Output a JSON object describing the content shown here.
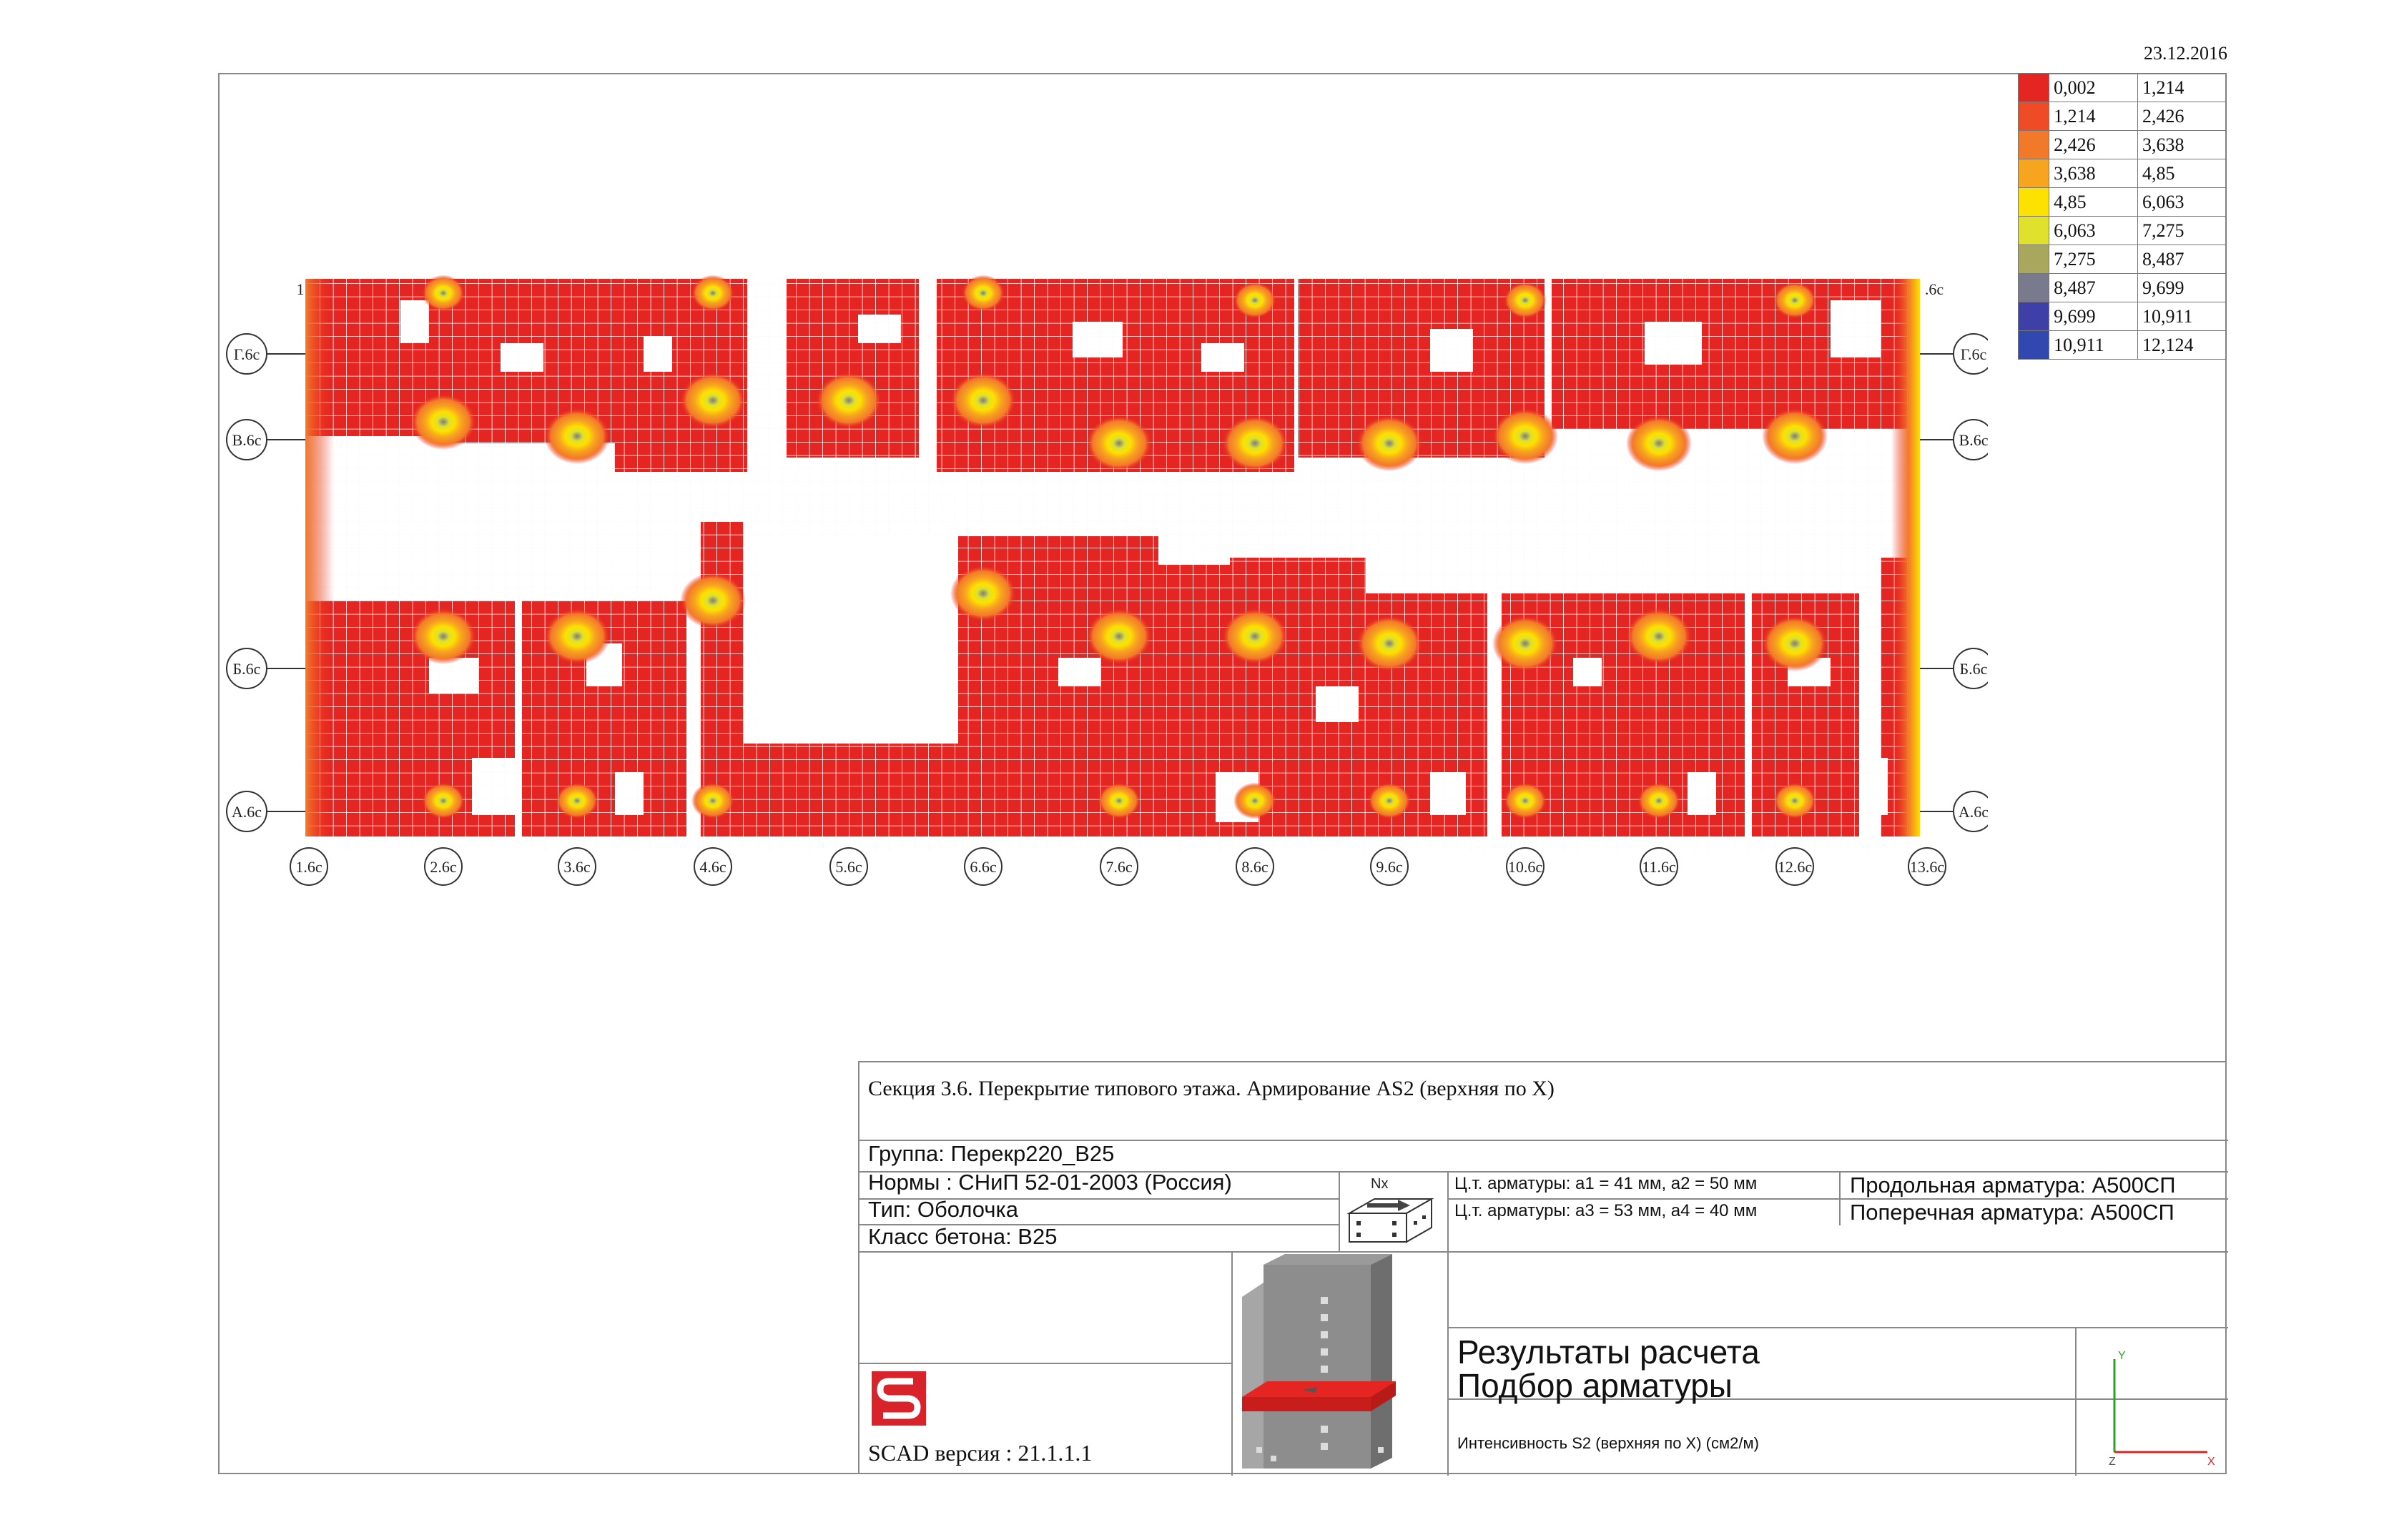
{
  "header": {
    "date": "23.12.2016"
  },
  "legend": {
    "rows": [
      {
        "from": "0,002",
        "to": "1,214",
        "color": "#e52521"
      },
      {
        "from": "1,214",
        "to": "2,426",
        "color": "#ee4b26"
      },
      {
        "from": "2,426",
        "to": "3,638",
        "color": "#f3792a"
      },
      {
        "from": "3,638",
        "to": "4,85",
        "color": "#f7a51e"
      },
      {
        "from": "4,85",
        "to": "6,063",
        "color": "#fde100"
      },
      {
        "from": "6,063",
        "to": "7,275",
        "color": "#dfe12c"
      },
      {
        "from": "7,275",
        "to": "8,487",
        "color": "#a9a65e"
      },
      {
        "from": "8,487",
        "to": "9,699",
        "color": "#7a7a8e"
      },
      {
        "from": "9,699",
        "to": "10,911",
        "color": "#3f3fa8"
      },
      {
        "from": "10,911",
        "to": "12,124",
        "color": "#3148b0"
      }
    ]
  },
  "plan": {
    "grid_columns": [
      "1.6с",
      "2.6с",
      "3.6с",
      "4.6с",
      "5.6с",
      "6.6с",
      "7.6с",
      "8.6с",
      "9.6с",
      "10.6с",
      "11.6с",
      "12.6с",
      "13.6с"
    ],
    "top_left_label": "1",
    "top_right_label": ".6с",
    "grid_rows": [
      "Г.6с",
      "В.6с",
      "Б.6с",
      "А.6с"
    ],
    "colors": {
      "base": "#e52521",
      "mid": "#f3792a",
      "high": "#fde100",
      "peak": "#7a7a8e",
      "mesh": "#c8c8c8"
    }
  },
  "titleblock": {
    "caption": "Секция 3.6. Перекрытие типового этажа. Армирование AS2 (верхняя по X)",
    "group": "Группа: Перекр220_B25",
    "norms": "Нормы : СНиП 52-01-2003 (Россия)",
    "type": "Тип: Оболочка",
    "concrete": "Класс бетона: B25",
    "cover1": "Ц.т. арматуры: a1 = 41 мм, a2 = 50 мм",
    "cover2": "Ц.т. арматуры: a3 = 53 мм, a4 = 40 мм",
    "long_rebar": "Продольная арматура: A500СП",
    "trans_rebar": "Поперечная арматура: A500СП",
    "version": "SCAD версия : 21.1.1.1",
    "results_line1": "Результаты расчета",
    "results_line2": "Подбор арматуры",
    "intensity": "Интенсивность S2 (верхняя по X) (см2/м)",
    "axis_y": "Y",
    "axis_z": "Z",
    "axis_x": "X"
  }
}
